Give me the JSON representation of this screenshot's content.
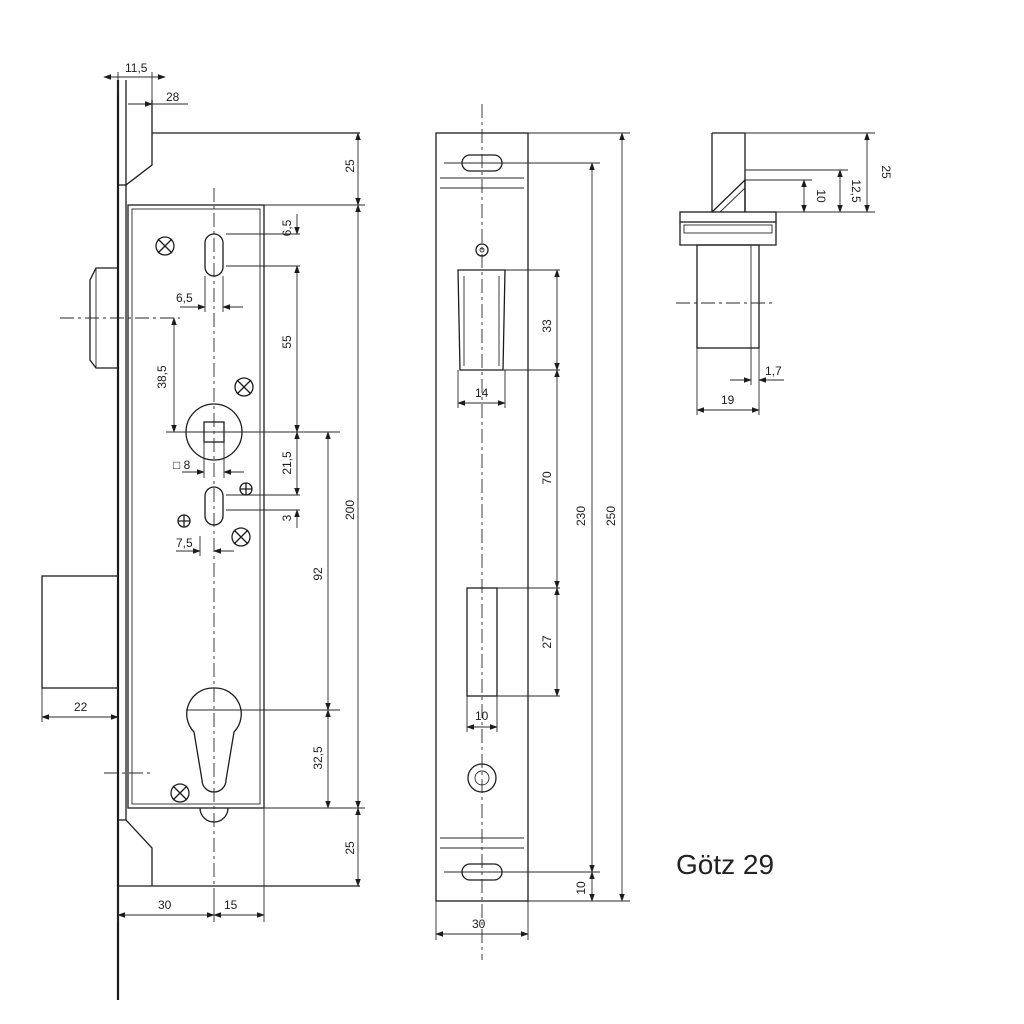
{
  "caption": "Götz 29",
  "colors": {
    "line": "#1c1c1c",
    "background": "#ffffff"
  },
  "side_view": {
    "dimensions": {
      "d_11_5": "11,5",
      "d_28": "28",
      "d_25_top": "25",
      "d_6_5_v": "6,5",
      "d_6_5_h": "6,5",
      "d_55": "55",
      "d_38_5": "38,5",
      "d_8": "□ 8",
      "d_21_5": "21,5",
      "d_3": "3",
      "d_7_5": "7,5",
      "d_200": "200",
      "d_92": "92",
      "d_22": "22",
      "d_32_5": "32,5",
      "d_25_bottom": "25",
      "d_30": "30",
      "d_15": "15"
    }
  },
  "faceplate_view": {
    "dimensions": {
      "d_33": "33",
      "d_14": "14",
      "d_70": "70",
      "d_230": "230",
      "d_250": "250",
      "d_27": "27",
      "d_10_slot": "10",
      "d_10_bottom": "10",
      "d_30": "30"
    }
  },
  "latch_view": {
    "dimensions": {
      "d_25": "25",
      "d_12_5": "12,5",
      "d_10": "10",
      "d_1_7": "1,7",
      "d_19": "19"
    }
  }
}
